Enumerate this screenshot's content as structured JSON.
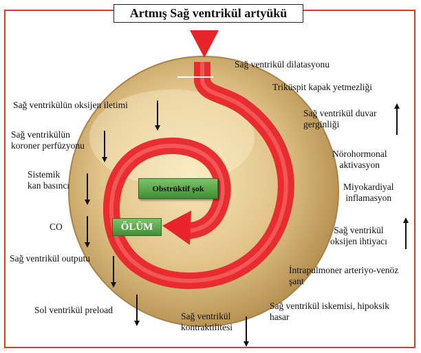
{
  "title": "Artmış Sağ ventrikül artyükü",
  "center": {
    "shock": "Obstrüktif şok",
    "death": "ÖLÜM"
  },
  "left_labels": {
    "oxygen_delivery": "Sağ ventrikülün oksijen iletimi",
    "coronary_perfusion_1": "Sağ ventrikülün",
    "coronary_perfusion_2": "koroner perfüzyonu",
    "systemic_bp_1": "Sistemik",
    "systemic_bp_2": "kan basıncı",
    "co": "CO",
    "rv_output": "Sağ ventrikül outputu",
    "lv_preload": "Sol ventrikül preload",
    "rv_contractility_1": "Sağ ventrikül",
    "rv_contractility_2": "kontraktilitesi"
  },
  "right_labels": {
    "rv_dilatation": "Sağ ventrikül dilatasyonu",
    "tricuspid": "Triküspit kapak yetmezliği",
    "wall_tension_1": "Sağ ventrikül duvar",
    "wall_tension_2": "gerginliği",
    "neurohormonal_1": "Nörohormonal",
    "neurohormonal_2": "aktivasyon",
    "inflammation_1": "Miyokardiyal",
    "inflammation_2": "inflamasyon",
    "oxygen_demand_1": "Sağ ventrikül",
    "oxygen_demand_2": "oksijen ihtiyacı",
    "shunt_1": "İntrapulmoner arteriyo-venöz",
    "shunt_2": "şant",
    "ischemia_1": "Sağ ventrikül iskemisi, hipoksik",
    "ischemia_2": "hasar"
  },
  "colors": {
    "frame": "#e0392b",
    "spiral": "#e8242a",
    "disk_light": "#f3dfae",
    "disk_dark": "#b08a4a",
    "box_green": "#5aa84a"
  }
}
